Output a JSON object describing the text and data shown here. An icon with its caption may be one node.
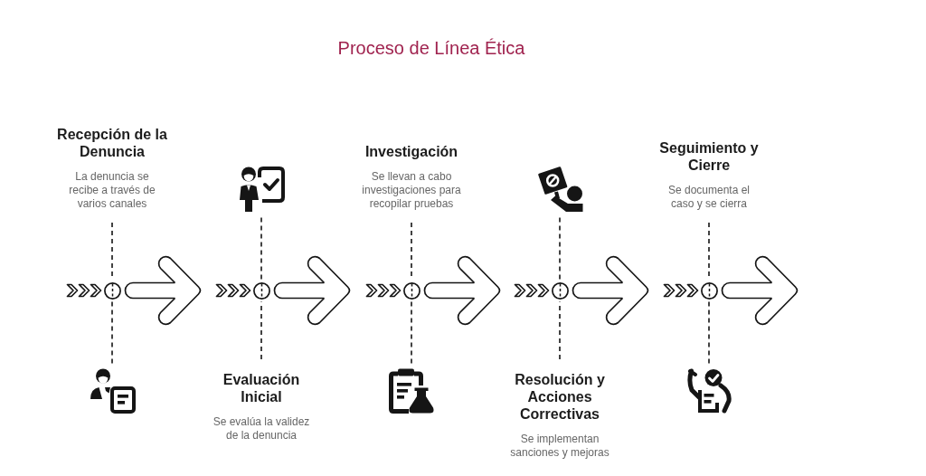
{
  "diagram": {
    "title": "Proceso de Línea Ética",
    "nodes": [
      {
        "text": [
          "Recepción de la Denuncia",
          "La denuncia se recibe a través de varios canales"
        ]
      },
      {
        "text": [],
        "shape": "circle"
      },
      {
        "text": [],
        "shape": "picture"
      },
      {
        "text": [
          "Evaluación Inicial",
          "Se evalúa la validez de la denuncia"
        ]
      },
      {
        "text": [],
        "shape": "circle"
      },
      {
        "text": [],
        "shape": "picture"
      },
      {
        "text": [
          "Investigación",
          "Se llevan a cabo investigaciones para recopilar pruebas"
        ]
      },
      {
        "text": [],
        "shape": "circle"
      },
      {
        "text": [],
        "shape": "picture"
      },
      {
        "text": [
          "Resolución y Acciones Correctivas",
          "Se implementan sanciones y mejoras"
        ]
      },
      {
        "text": [],
        "shape": "circle"
      },
      {
        "text": [],
        "shape": "picture"
      },
      {
        "text": [
          "Seguimiento y Cierre",
          "Se documenta el caso y se cierra"
        ]
      },
      {
        "text": [],
        "shape": "circle"
      },
      {
        "text": [],
        "shape": "picture"
      }
    ],
    "edges": [
      {
        "from": 0,
        "to": 1,
        "arrow": "none",
        "style": "dashed"
      },
      {
        "from": 1,
        "to": 2,
        "arrow": "none",
        "style": "dashed"
      },
      {
        "from": 3,
        "to": 4,
        "arrow": "none",
        "style": "dashed"
      },
      {
        "from": 4,
        "to": 5,
        "arrow": "none",
        "style": "dashed"
      },
      {
        "from": 6,
        "to": 7,
        "arrow": "none",
        "style": "dashed"
      },
      {
        "from": 7,
        "to": 8,
        "arrow": "none",
        "style": "dashed"
      },
      {
        "from": 9,
        "to": 10,
        "arrow": "none",
        "style": "dashed"
      },
      {
        "from": 10,
        "to": 11,
        "arrow": "none",
        "style": "dashed"
      },
      {
        "from": 12,
        "to": 13,
        "arrow": "none",
        "style": "dashed"
      },
      {
        "from": 13,
        "to": 14,
        "arrow": "none",
        "style": "dashed"
      },
      {
        "from": null,
        "to": 1,
        "arrow": "to"
      },
      {
        "from": 1,
        "to": null,
        "arrow": "to"
      },
      {
        "from": null,
        "to": 4,
        "arrow": "to"
      },
      {
        "from": 4,
        "to": null,
        "arrow": "to"
      },
      {
        "from": null,
        "to": 7,
        "arrow": "to"
      },
      {
        "from": 7,
        "to": null,
        "arrow": "to"
      },
      {
        "from": null,
        "to": 10,
        "arrow": "to"
      },
      {
        "from": 10,
        "to": null,
        "arrow": "to"
      },
      {
        "from": null,
        "to": 13,
        "arrow": "to"
      },
      {
        "from": 13,
        "to": null,
        "arrow": "to"
      }
    ]
  }
}
